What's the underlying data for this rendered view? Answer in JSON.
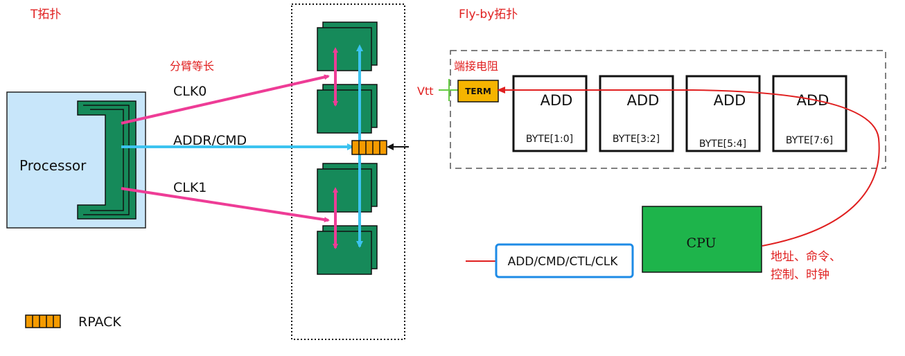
{
  "t_topology": {
    "title": "T拓扑",
    "equal_length_note": "分臂等长",
    "processor_label": "Processor",
    "signals": {
      "clk0": "CLK0",
      "addr_cmd": "ADDR/CMD",
      "clk1": "CLK1"
    },
    "legend_label": "RPACK"
  },
  "flyby_topology": {
    "title": "Fly-by拓扑",
    "termination_note": "端接电阻",
    "vtt_label": "Vtt",
    "term_label": "TERM",
    "chips": [
      {
        "top": "ADD",
        "bottom": "BYTE[1:0]"
      },
      {
        "top": "ADD",
        "bottom": "BYTE[3:2]"
      },
      {
        "top": "ADD",
        "bottom": "BYTE[5:4]"
      },
      {
        "top": "ADD",
        "bottom": "BYTE[7:6]"
      }
    ],
    "cpu_label": "CPU",
    "bus_label": "ADD/CMD/CTL/CLK",
    "bus_note_line1": "地址、命令、",
    "bus_note_line2": "控制、时钟"
  },
  "colors": {
    "pink": "#ee3c96",
    "cyan": "#3cc3f0",
    "dark_green": "#168a5a",
    "cpu_green": "#1eb44b",
    "term_orange": "#f5b400",
    "label_red": "#e02020",
    "highlight_blue": "#1e8be6",
    "processor_fill": "#c8e6fa"
  }
}
